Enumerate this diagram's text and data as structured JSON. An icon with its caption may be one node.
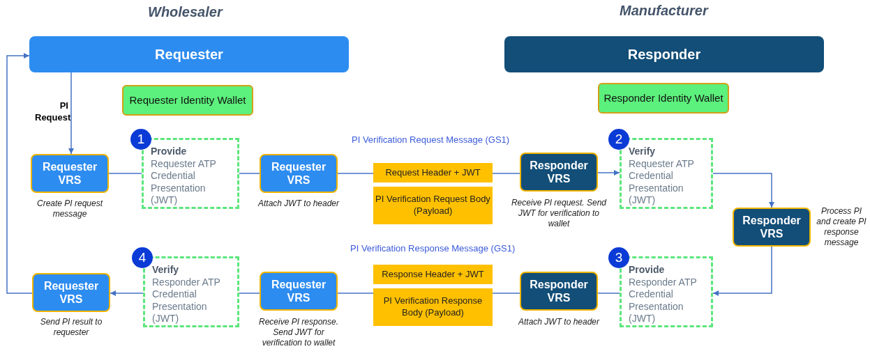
{
  "diagram": {
    "nodes": [
      {
        "text": [
          "Requester"
        ]
      },
      {
        "text": [
          "Responder"
        ]
      },
      {
        "text": [
          "Requester Identity Wallet"
        ]
      },
      {
        "text": [
          "Responder Identity Wallet"
        ]
      },
      {
        "text": [
          "Requester VRS"
        ],
        "beside": [
          "Create PI request message"
        ]
      },
      {
        "text": [
          "1",
          "Provide",
          "Requester ATP Credential Presentation (JWT)"
        ]
      },
      {
        "text": [
          "Requester VRS"
        ],
        "beside": [
          "Attach JWT to header"
        ]
      },
      {
        "text": [
          "Request Header + JWT"
        ]
      },
      {
        "text": [
          "PI Verification Request Body (Payload)"
        ]
      },
      {
        "text": [
          "Responder VRS"
        ],
        "beside": [
          "Receive PI request. Send JWT for verification to wallet"
        ]
      },
      {
        "text": [
          "2",
          "Verify",
          "Requester ATP Credential Presentation (JWT)"
        ]
      },
      {
        "text": [
          "Responder VRS"
        ],
        "beside": [
          "Process PI and create PI response message"
        ]
      },
      {
        "text": [
          "Requester VRS"
        ],
        "beside": [
          "Send PI result to requester"
        ]
      },
      {
        "text": [
          "4",
          "Verify",
          "Responder ATP Credential Presentation (JWT)"
        ]
      },
      {
        "text": [
          "Requester VRS"
        ],
        "beside": [
          "Receive PI response. Send JWT for verification to wallet"
        ]
      },
      {
        "text": [
          "Response Header + JWT"
        ]
      },
      {
        "text": [
          "PI Verification Response Body (Payload)"
        ]
      },
      {
        "text": [
          "Responder VRS"
        ],
        "beside": [
          "Attach JWT to header"
        ]
      },
      {
        "text": [
          "3",
          "Provide",
          "Responder ATP Credential Presentation (JWT)"
        ]
      }
    ],
    "edges": [
      {
        "from": 0,
        "to": 4,
        "arrow": "to",
        "label": "PI Request"
      },
      {
        "from": 4,
        "to": 5,
        "arrow": "none"
      },
      {
        "from": 5,
        "to": 6,
        "arrow": "none"
      },
      {
        "from": 6,
        "to": 7,
        "arrow": "none"
      },
      {
        "from": 7,
        "to": 9,
        "arrow": "none"
      },
      {
        "from": 9,
        "to": 10,
        "arrow": "to"
      },
      {
        "from": 10,
        "to": 11,
        "arrow": "to"
      },
      {
        "from": 11,
        "to": 18,
        "arrow": "to"
      },
      {
        "from": 18,
        "to": 17,
        "arrow": "none"
      },
      {
        "from": 17,
        "to": 16,
        "arrow": "none"
      },
      {
        "from": 16,
        "to": 14,
        "arrow": "none"
      },
      {
        "from": 14,
        "to": 13,
        "arrow": "none"
      },
      {
        "from": 13,
        "to": 12,
        "arrow": "to"
      },
      {
        "from": 12,
        "to": 0,
        "arrow": "to"
      }
    ],
    "labels": [
      "Wholesaler",
      "Manufacturer",
      "PI Verification Request Message (GS1)",
      "PI Verification Response Message (GS1)"
    ]
  }
}
